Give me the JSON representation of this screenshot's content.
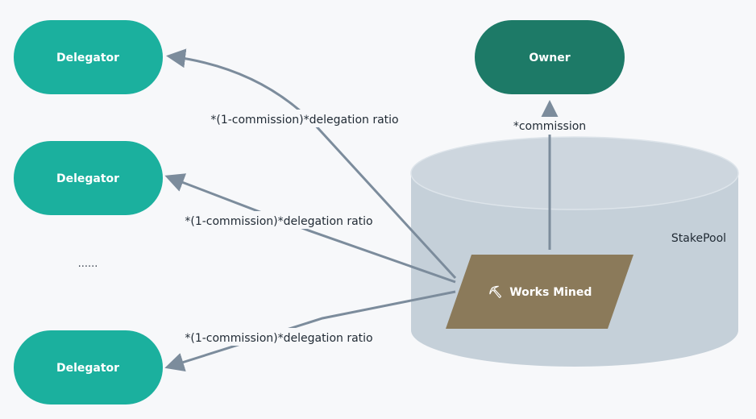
{
  "colors": {
    "delegator_fill": "#1bb09e",
    "owner_fill": "#1d7a67",
    "node_text": "#ffffff",
    "pool_fill": "#c5d0d9",
    "pool_stroke": "#d7dfe6",
    "works_fill": "#8b7a5a",
    "arrow": "#7c8c9c"
  },
  "nodes": {
    "delegator_top": {
      "label": "Delegator"
    },
    "delegator_middle": {
      "label": "Delegator"
    },
    "delegator_bottom": {
      "label": "Delegator"
    },
    "owner": {
      "label": "Owner"
    },
    "stakepool": {
      "label": "StakePool"
    },
    "works_mined": {
      "label": "Works Mined",
      "icon": "pickaxe-icon",
      "icon_glyph": "⛏"
    }
  },
  "ellipsis": "......",
  "edges": {
    "to_delegator_top": "*(1-commission)*delegation ratio",
    "to_delegator_middle": "*(1-commission)*delegation ratio",
    "to_delegator_bottom": "*(1-commission)*delegation ratio",
    "to_owner": "*commission"
  }
}
